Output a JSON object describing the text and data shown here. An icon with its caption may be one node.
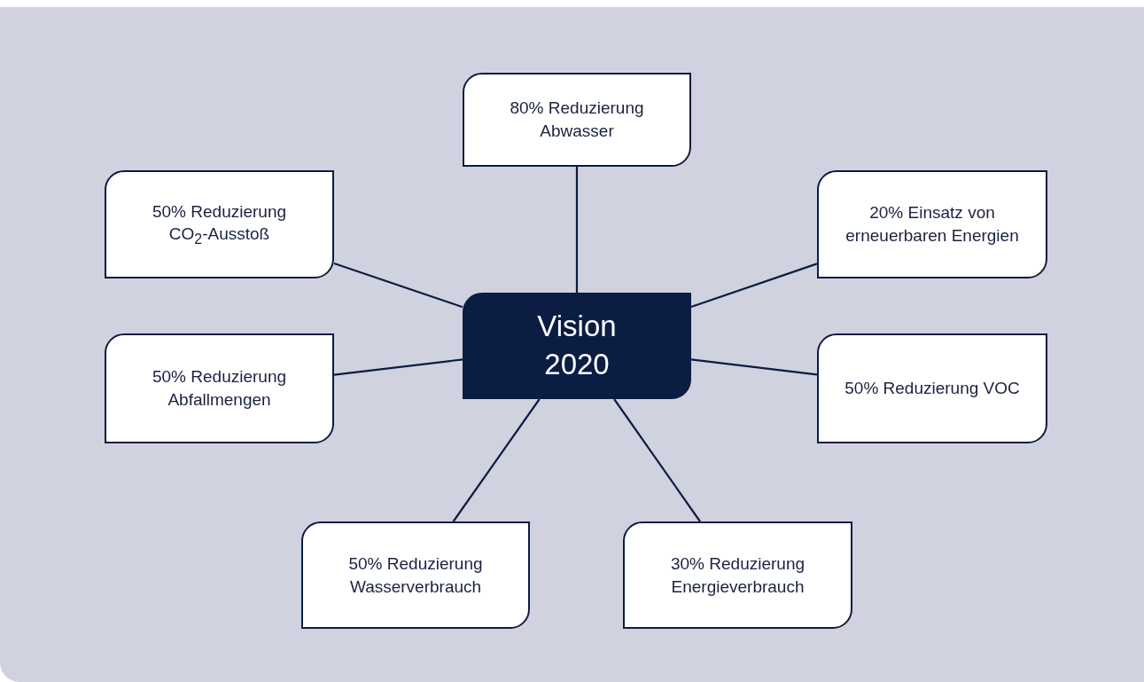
{
  "diagram": {
    "nodes": [
      {
        "text": [
          "80% Reduzierung Abwasser"
        ]
      },
      {
        "text": [
          "50% Reduzierung CO$_{2}$-Ausstoß"
        ]
      },
      {
        "text": [
          "20% Einsatz von erneuerbaren Energien"
        ]
      },
      {
        "text": [
          "Vision 2020"
        ]
      },
      {
        "text": [
          "50% Reduzierung Abfallmengen"
        ]
      },
      {
        "text": [
          "50% Reduzierung VOC"
        ]
      },
      {
        "text": [
          "50% Reduzierung Wasserverbrauch"
        ]
      },
      {
        "text": [
          "30% Reduzierung Energieverbrauch"
        ]
      }
    ],
    "edges": [
      {
        "from": 3,
        "to": 0,
        "arrow": "none"
      },
      {
        "from": 3,
        "to": 1,
        "arrow": "none"
      },
      {
        "from": 3,
        "to": 2,
        "arrow": "none"
      },
      {
        "from": 3,
        "to": 4,
        "arrow": "none"
      },
      {
        "from": 3,
        "to": 5,
        "arrow": "none"
      },
      {
        "from": 3,
        "to": 6,
        "arrow": "none"
      },
      {
        "from": 3,
        "to": 7,
        "arrow": "none"
      }
    ]
  }
}
